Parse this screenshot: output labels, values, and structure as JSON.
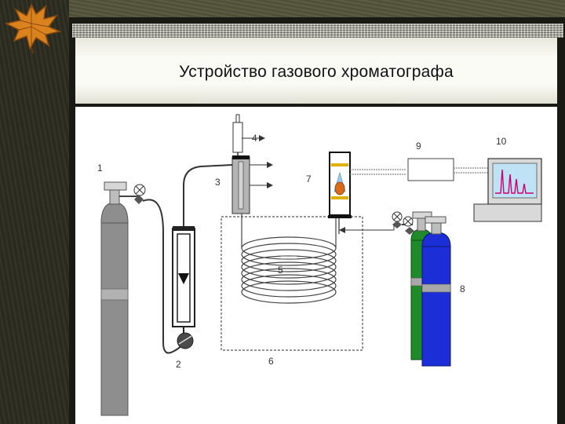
{
  "slide": {
    "title": "Устройство газового хроматографа"
  },
  "diagram": {
    "labels": {
      "n1": "1",
      "n2": "2",
      "n3": "3",
      "n4": "4",
      "n5": "5",
      "n6": "6",
      "n7": "7",
      "n8": "8",
      "n9": "9",
      "n10": "10"
    }
  },
  "colors": {
    "gray_cylinder": "#8e8e8e",
    "green_cylinder": "#1f8a2a",
    "blue_cylinder": "#1c2fd6",
    "flame": "#d76a1b",
    "chromatogram": "#d1006f",
    "monitor_screen": "#bfe3f5"
  },
  "icons": {
    "leaf": "autumn-leaf-icon",
    "valve": "pressure-valve-icon",
    "pump": "pump-icon"
  }
}
